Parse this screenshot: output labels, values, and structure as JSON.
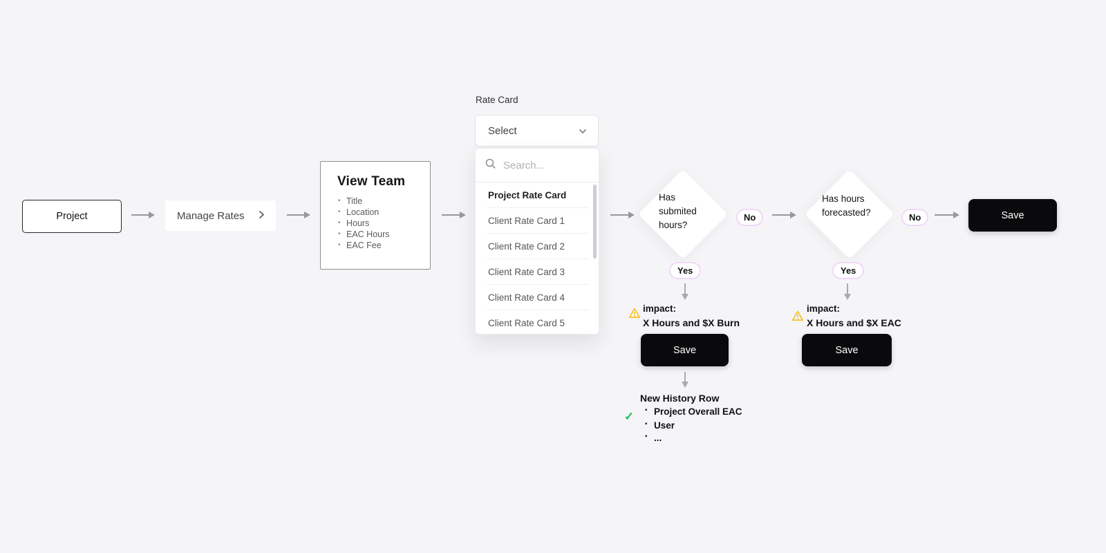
{
  "flow": {
    "project": {
      "label": "Project"
    },
    "manage_rates": {
      "label": "Manage Rates"
    },
    "view_team": {
      "title": "View Team",
      "items": [
        "Title",
        "Location",
        "Hours",
        "EAC Hours",
        "EAC Fee"
      ]
    },
    "rate_card": {
      "label": "Rate Card",
      "select_value": "Select",
      "search_placeholder": "Search...",
      "options": [
        "Project Rate Card",
        "Client Rate Card 1",
        "Client Rate Card 2",
        "Client Rate Card 3",
        "Client Rate Card 4",
        "Client Rate Card 5"
      ]
    },
    "decision_submitted": {
      "lines": [
        "Has",
        "submited",
        "hours?"
      ],
      "no_label": "No",
      "yes_label": "Yes"
    },
    "decision_forecasted": {
      "lines": [
        "Has hours",
        "forecasted?"
      ],
      "no_label": "No",
      "yes_label": "Yes"
    },
    "final_save": {
      "label": "Save"
    },
    "branch_submitted": {
      "impact_title": "impact:",
      "impact_detail": "X Hours and $X Burn",
      "save_label": "Save",
      "history": {
        "title": "New History Row",
        "items": [
          "Project Overall EAC",
          "User",
          "..."
        ]
      }
    },
    "branch_forecasted": {
      "impact_title": "impact:",
      "impact_detail": "X Hours and $X EAC",
      "save_label": "Save"
    }
  },
  "colors": {
    "background": "#f5f5f7",
    "pill_border": "#f0d9f7",
    "warning": "#fbc02d",
    "success": "#2eb95c",
    "button_bg": "#0a0a0c",
    "arrow": "#97979d"
  }
}
